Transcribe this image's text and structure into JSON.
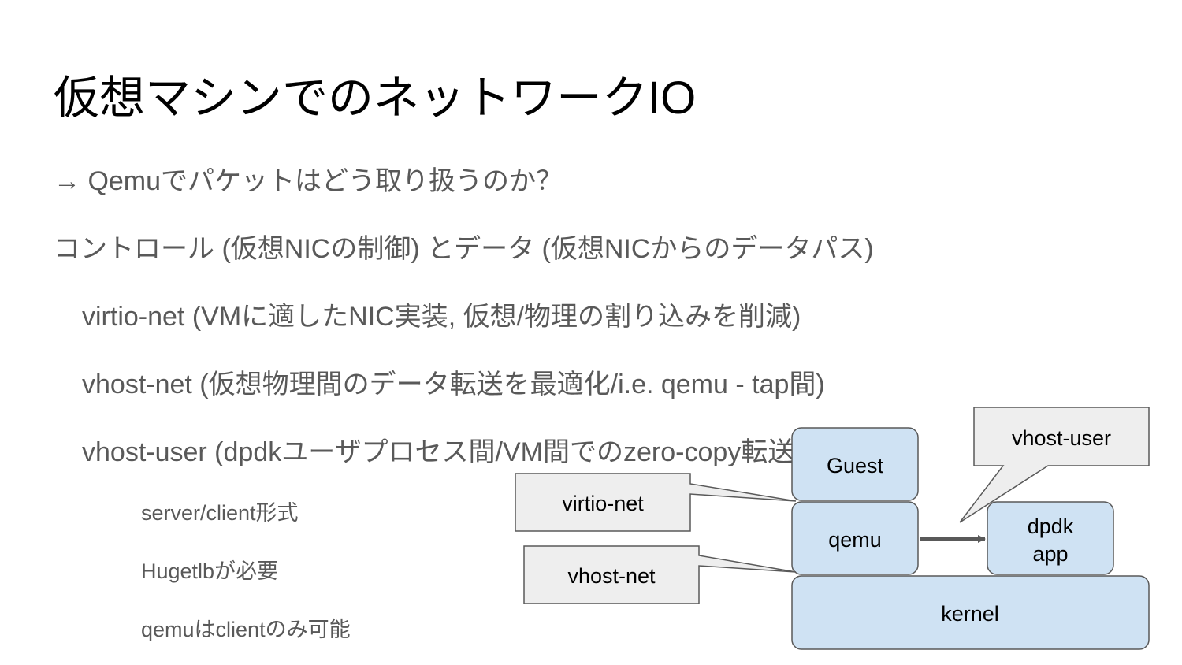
{
  "slide": {
    "title": "仮想マシンでのネットワークIO",
    "lines": [
      "→ Qemuでパケットはどう取り扱うのか？",
      "コントロール (仮想NICの制御) とデータ (仮想NICからのデータパス)",
      "virtio-net (VMに適したNIC実装, 仮想/物理の割り込みを削減)",
      "vhost-net (仮想物理間のデータ転送を最適化/i.e. qemu - tap間)",
      "vhost-user (dpdkユーザプロセス間/VM間でのzero-copy転送)"
    ],
    "sublines": [
      "server/client形式",
      "Hugetlbが必要",
      "qemuはclientのみ可能"
    ]
  },
  "diagram": {
    "boxes": {
      "guest": "Guest",
      "qemu": "qemu",
      "dpdk_line1": "dpdk",
      "dpdk_line2": "app",
      "kernel": "kernel"
    },
    "callouts": {
      "virtio_net": "virtio-net",
      "vhost_net": "vhost-net",
      "vhost_user": "vhost-user"
    },
    "colors": {
      "box_fill": "#cfe2f3",
      "box_stroke": "#595959",
      "callout_fill": "#eeeeee",
      "arrow": "#595959"
    }
  }
}
